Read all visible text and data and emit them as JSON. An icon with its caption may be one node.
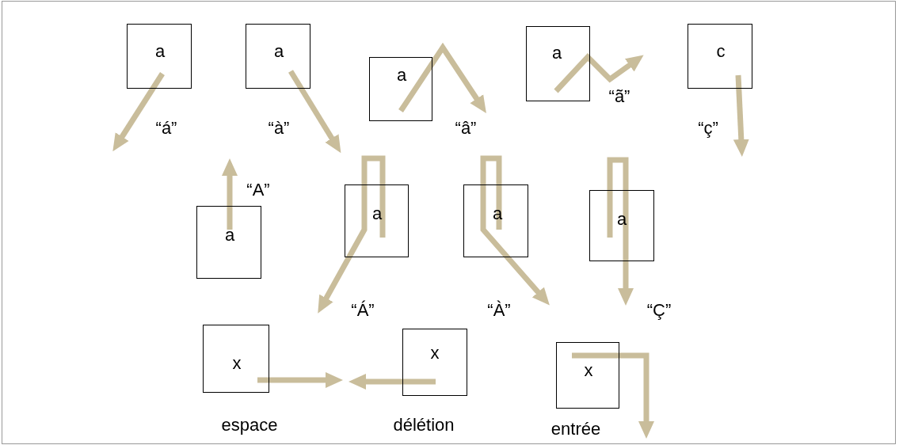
{
  "diagram": {
    "nodes": [
      {
        "text": [
          "a"
        ]
      },
      {
        "text": [
          "a"
        ]
      },
      {
        "text": [
          "a"
        ]
      },
      {
        "text": [
          "a"
        ]
      },
      {
        "text": [
          "c"
        ]
      },
      {
        "text": [
          "a"
        ]
      },
      {
        "text": [
          "a"
        ]
      },
      {
        "text": [
          "a"
        ]
      },
      {
        "text": [
          "a"
        ]
      },
      {
        "text": [
          "x"
        ]
      },
      {
        "text": [
          "x"
        ]
      },
      {
        "text": [
          "x"
        ]
      }
    ],
    "edges": [
      {
        "from": 0,
        "to": null,
        "arrow": "to"
      },
      {
        "from": 1,
        "to": null,
        "arrow": "to"
      },
      {
        "from": 2,
        "to": null,
        "arrow": "to"
      },
      {
        "from": 3,
        "to": null,
        "arrow": "to"
      },
      {
        "from": 4,
        "to": null,
        "arrow": "to"
      },
      {
        "from": 5,
        "to": null,
        "arrow": "to"
      },
      {
        "from": 6,
        "to": null,
        "arrow": "to"
      },
      {
        "from": 7,
        "to": null,
        "arrow": "to"
      },
      {
        "from": 8,
        "to": null,
        "arrow": "to"
      },
      {
        "from": 9,
        "to": null,
        "arrow": "to"
      },
      {
        "from": 10,
        "to": null,
        "arrow": "to"
      },
      {
        "from": 11,
        "to": null,
        "arrow": "to"
      }
    ],
    "labels": [
      "“ã”",
      "“á”",
      "“à”",
      "“â”",
      "“ç”",
      "“A”",
      "“Á”",
      "“À”",
      "“Ç”",
      "espace",
      "délétion",
      "entrée"
    ]
  }
}
